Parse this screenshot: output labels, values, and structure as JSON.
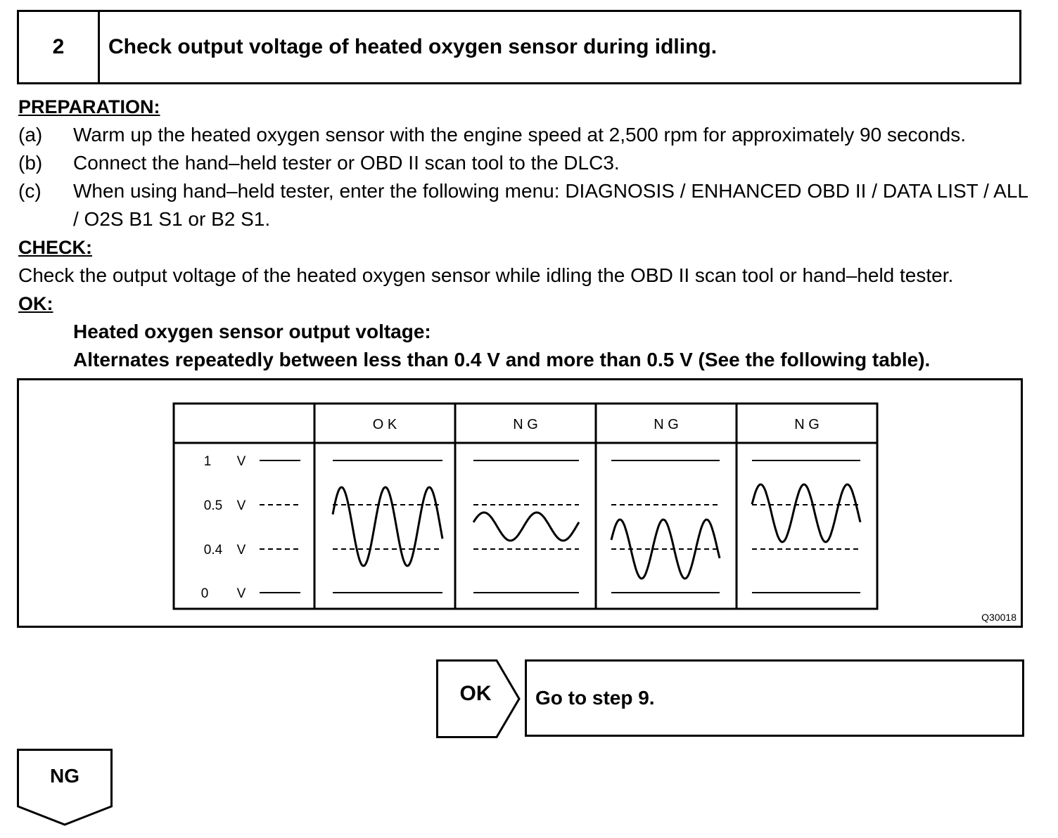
{
  "step": {
    "number": "2",
    "title": "Check output voltage of heated oxygen sensor during idling."
  },
  "preparation": {
    "heading": "PREPARATION:",
    "items": [
      {
        "label": "(a)",
        "text": "Warm up the heated oxygen sensor with the engine speed at 2,500 rpm for approximately 90 seconds."
      },
      {
        "label": "(b)",
        "text": "Connect the hand–held tester or OBD II scan tool to the DLC3."
      },
      {
        "label": "(c)",
        "text": "When using hand–held tester, enter the following menu: DIAGNOSIS / ENHANCED OBD II / DATA LIST / ALL / O2S B1 S1 or B2 S1."
      }
    ]
  },
  "check": {
    "heading": "CHECK:",
    "text": "Check the output voltage of the heated oxygen sensor while idling the OBD II scan tool or hand–held tester."
  },
  "ok": {
    "heading": "OK:",
    "spec_line1": "Heated oxygen sensor output voltage:",
    "spec_line2": "Alternates repeatedly between less than 0.4 V and more than 0.5 V (See the following table)."
  },
  "figure": {
    "code": "Q30018",
    "columns": [
      "O K",
      "N G",
      "N G",
      "N G"
    ],
    "voltage_labels": [
      {
        "value": "1",
        "unit": "V"
      },
      {
        "value": "0.5",
        "unit": "V"
      },
      {
        "value": "0.4",
        "unit": "V"
      },
      {
        "value": "0",
        "unit": "V"
      }
    ]
  },
  "result_ok": {
    "label": "OK",
    "text": "Go to step 9."
  },
  "result_ng": {
    "label": "NG"
  }
}
